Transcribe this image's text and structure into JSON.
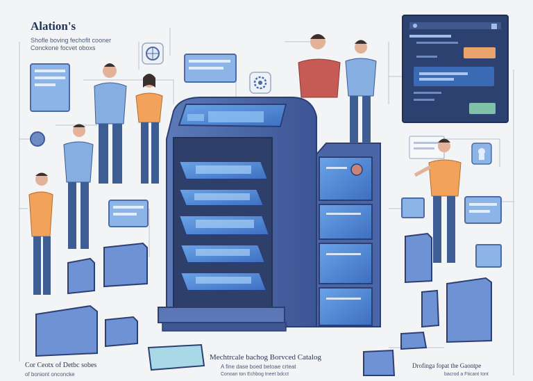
{
  "brand": {
    "title": "Alation's",
    "subtitle_line1": "Shofle boving fechofit cooner",
    "subtitle_line2": "Conckone focvet oboxs"
  },
  "captions": {
    "bottom_left_line1": "Cor Ceotx of Detbc sobes",
    "bottom_left_line2": "of boniont onconcke",
    "bottom_center_title": "Mechtrcale bachog Borvced Catalog",
    "bottom_center_line2": "A fine dase boed betoae crteat",
    "bottom_center_line3": "Conoan ton Echbog tneet bdcct",
    "bottom_right_line1": "Drofinga fopat the Gaontpe",
    "bottom_right_line2": "bacrod a Fticant Iont"
  },
  "colors": {
    "background": "#f3f4f5",
    "kiosk_blue": "#4c68a8",
    "screen_blue": "#4f8ad6",
    "dark_panel": "#2d4170",
    "orange_shirt": "#f2a25a",
    "red_shirt": "#c65a55",
    "blue_shirt": "#86aee0"
  },
  "icons": [
    "gear-icon",
    "globe-icon",
    "database-icon",
    "user-icon"
  ]
}
